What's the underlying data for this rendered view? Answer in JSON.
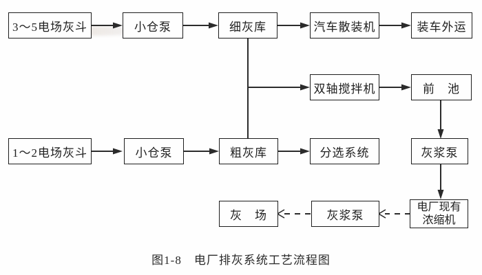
{
  "diagram": {
    "caption": "图1-8　电厂排灰系统工艺流程图",
    "nodes": {
      "hopper_3_5": {
        "label": "3～5电场灰斗"
      },
      "pump_small_top": {
        "label": "小仓泵"
      },
      "fine_ash_silo": {
        "label": "细灰库"
      },
      "truck_bulk_loader": {
        "label": "汽车散装机"
      },
      "load_out": {
        "label": "装车外运"
      },
      "double_shaft_mixer": {
        "label": "双轴搅拌机"
      },
      "fore_pool": {
        "label": "前　池"
      },
      "hopper_1_2": {
        "label": "1～2电场灰斗"
      },
      "pump_small_bottom": {
        "label": "小仓泵"
      },
      "coarse_ash_silo": {
        "label": "粗灰库"
      },
      "sorting_system": {
        "label": "分选系统"
      },
      "slurry_pump_right": {
        "label": "灰浆泵"
      },
      "ash_yard": {
        "label": "灰　场"
      },
      "slurry_pump_bottom": {
        "label": "灰浆泵"
      },
      "existing_thickener": {
        "line1": "电厂现有",
        "line2": "浓缩机"
      }
    },
    "colors": {
      "line": "#2b2b2b",
      "box_border": "#1c1c1c",
      "text": "#1f1f1f",
      "background": "#fefefe"
    }
  }
}
